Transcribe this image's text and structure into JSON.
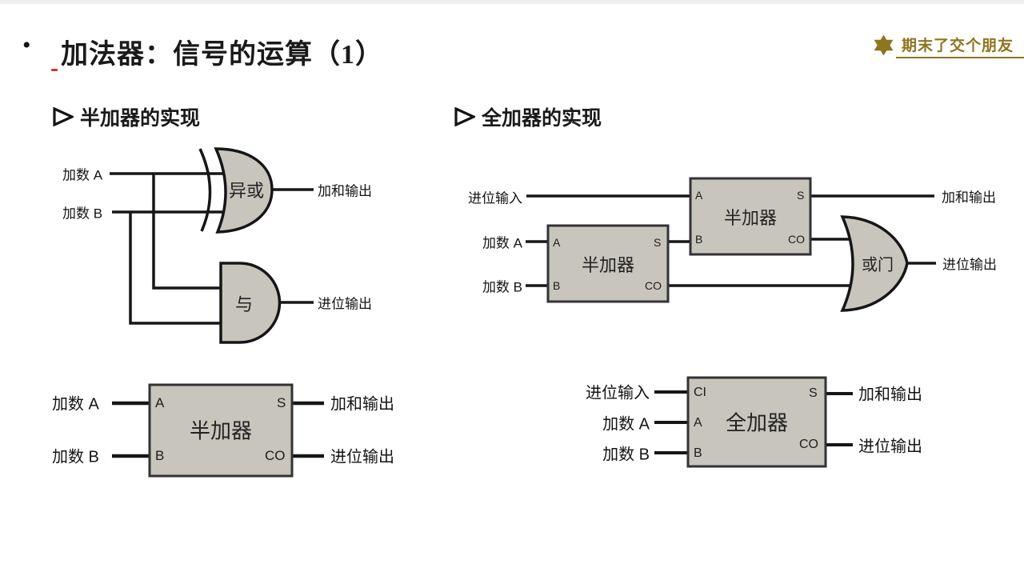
{
  "slide": {
    "bullet": "•",
    "title": "加法器：信号的运算（1）"
  },
  "badge": {
    "star_icon": "six-pointed-star",
    "text": "期末了交个朋友",
    "color": "#8e751f"
  },
  "left_section": {
    "arrow_icon": "right-arrowhead",
    "heading": "半加器的实现",
    "circuit": {
      "input_a": "加数 A",
      "input_b": "加数 B",
      "xor_gate": "异或",
      "and_gate": "与",
      "sum_output": "加和输出",
      "carry_output": "进位输出"
    },
    "block": {
      "name": "半加器",
      "input_a": "加数 A",
      "input_b": "加数 B",
      "pin_a": "A",
      "pin_b": "B",
      "pin_s": "S",
      "pin_co": "CO",
      "sum_output": "加和输出",
      "carry_output": "进位输出"
    }
  },
  "right_section": {
    "arrow_icon": "right-arrowhead",
    "heading": "全加器的实现",
    "circuit": {
      "carry_in": "进位输入",
      "input_a": "加数 A",
      "input_b": "加数 B",
      "ha1": {
        "name": "半加器",
        "pin_a": "A",
        "pin_b": "B",
        "pin_s": "S",
        "pin_co": "CO"
      },
      "ha2": {
        "name": "半加器",
        "pin_a": "A",
        "pin_b": "B",
        "pin_s": "S",
        "pin_co": "CO"
      },
      "or_gate": "或门",
      "sum_output": "加和输出",
      "carry_output": "进位输出"
    },
    "block": {
      "name": "全加器",
      "carry_in": "进位输入",
      "input_a": "加数 A",
      "input_b": "加数 B",
      "pin_ci": "CI",
      "pin_a": "A",
      "pin_b": "B",
      "pin_s": "S",
      "pin_co": "CO",
      "sum_output": "加和输出",
      "carry_output": "进位输出"
    }
  },
  "colors": {
    "gold": "#8e751f",
    "gate_fill": "#c8c5bd",
    "gate_stroke": "#161616",
    "ink": "#141414"
  }
}
